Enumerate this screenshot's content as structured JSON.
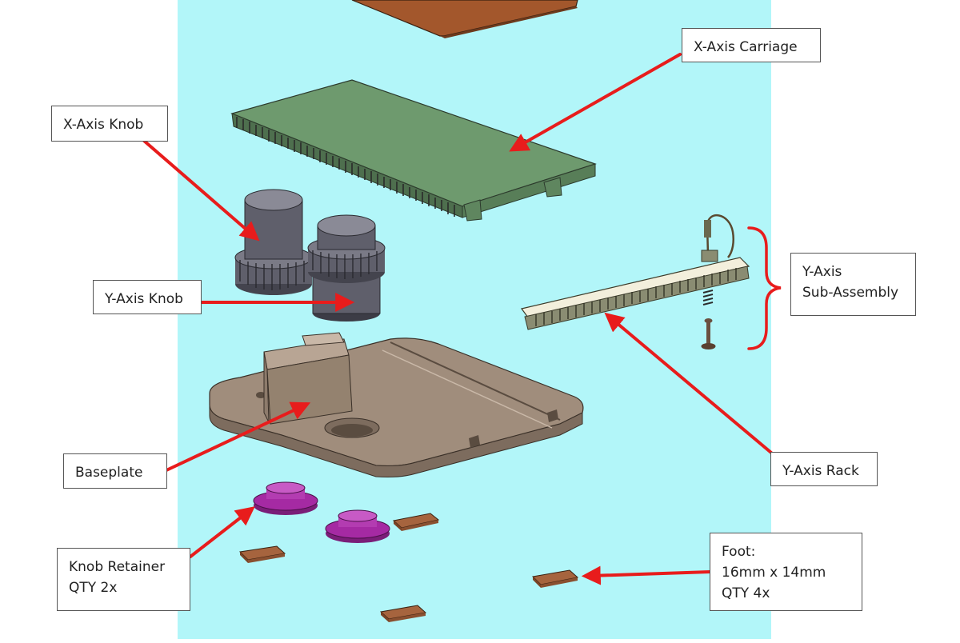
{
  "diagram": {
    "labels": {
      "x_axis_carriage": "X-Axis Carriage",
      "x_axis_knob": "X-Axis Knob",
      "y_axis_knob": "Y-Axis Knob",
      "y_axis_subassembly": [
        "Y-Axis",
        "Sub-Assembly"
      ],
      "baseplate": "Baseplate",
      "y_axis_rack": "Y-Axis Rack",
      "knob_retainer": [
        "Knob Retainer",
        "QTY 2x"
      ],
      "foot": [
        "Foot:",
        "16mm x 14mm",
        "QTY 4x"
      ]
    },
    "colors": {
      "background_panel": "#b2f6f9",
      "arrow": "#e81c1c",
      "carriage": "#6e9a6e",
      "knob": "#5f5f6b",
      "baseplate": "#a08d7c",
      "rack": "#8a8c72",
      "retainer": "#a52aa3",
      "foot": "#a6643e",
      "top_plate": "#a3572c"
    }
  }
}
